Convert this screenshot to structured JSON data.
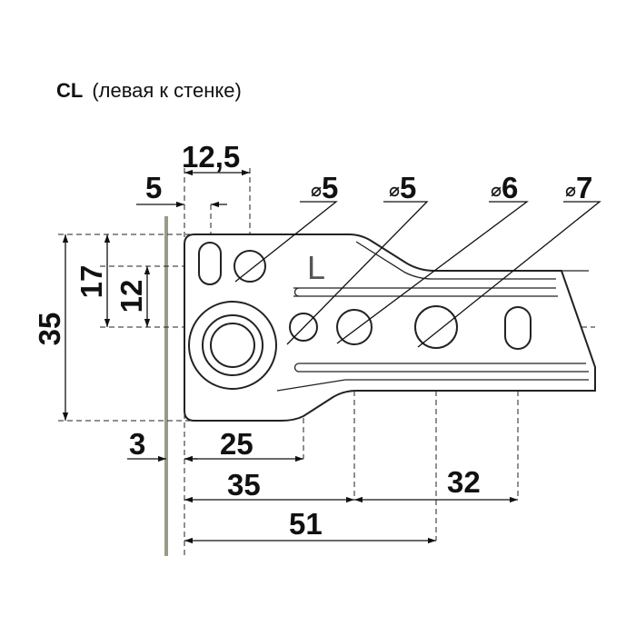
{
  "title": {
    "code": "CL",
    "subtitle": "(левая к стенке)"
  },
  "side_mark": "L",
  "diameters": [
    {
      "prefix": "⌀",
      "value": "5"
    },
    {
      "prefix": "⌀",
      "value": "5"
    },
    {
      "prefix": "⌀",
      "value": "6"
    },
    {
      "prefix": "⌀",
      "value": "7"
    }
  ],
  "dimensions": {
    "top_offset": "12,5",
    "wall_offset": "5",
    "height_total": "35",
    "height_upper": "17",
    "height_mid": "12",
    "wall_gap": "3",
    "h_25": "25",
    "h_35": "35",
    "h_32": "32",
    "h_51": "51"
  },
  "colors": {
    "wall": "#9a9a8a",
    "line": "#111111",
    "part_fill": "#ffffff"
  }
}
